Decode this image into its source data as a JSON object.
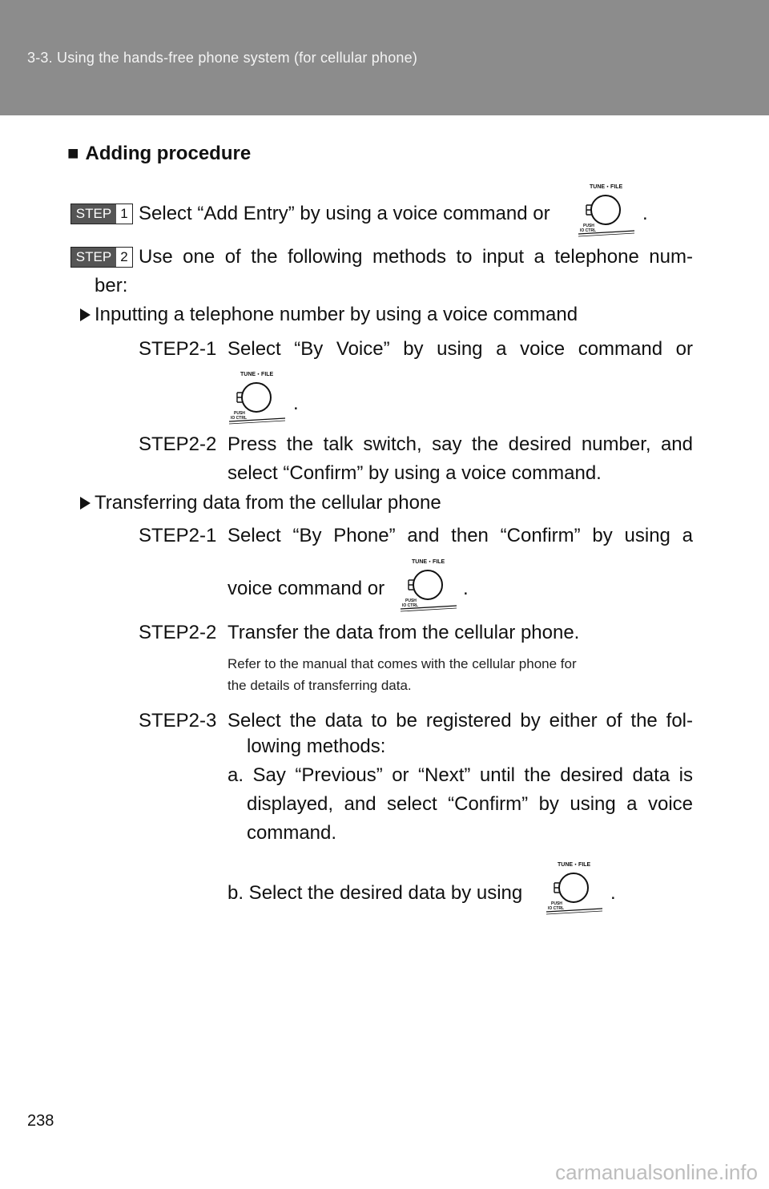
{
  "header": {
    "title": "3-3. Using the hands-free phone system (for cellular phone)"
  },
  "section": {
    "marker": "■",
    "title": "Adding procedure"
  },
  "knob": {
    "top_label": "TUNE・FILE",
    "bottom_label_1": "PUSH",
    "bottom_label_2": "IO CTRL"
  },
  "step1": {
    "badge_label": "STEP",
    "badge_num": "1",
    "text": "Select “Add Entry” by using a voice command or",
    "period": "."
  },
  "step2": {
    "badge_label": "STEP",
    "badge_num": "2",
    "text_line1": "Use one of the following methods to input a telephone num-",
    "text_line2": "ber:"
  },
  "method1": {
    "title": "Inputting a telephone number by using a voice command",
    "s1_label": "STEP2-1",
    "s1_text": "Select “By Voice” by using a voice command or",
    "s1_period": ".",
    "s2_label": "STEP2-2",
    "s2_line1": "Press the talk switch, say the desired number, and",
    "s2_line2": "select “Confirm” by using a voice command."
  },
  "method2": {
    "title": "Transferring data from the cellular phone",
    "s1_label": "STEP2-1",
    "s1_line1": "Select “By Phone” and then “Confirm” by using a",
    "s1_line2": "voice command or",
    "s1_period": ".",
    "s2_label": "STEP2-2",
    "s2_text": "Transfer the data from the cellular phone.",
    "note_line1": "Refer to the manual that comes with the cellular phone for",
    "note_line2": "the details of transferring data.",
    "s3_label": "STEP2-3",
    "s3_line1": "Select the data to be registered by either of the fol-",
    "s3_line2": "lowing methods:",
    "a_line1": "a. Say “Previous” or “Next” until the desired data is",
    "a_line2": "displayed, and select “Confirm” by using a voice",
    "a_line3": "command.",
    "b_text": "b. Select the desired data by using",
    "b_period": "."
  },
  "footer": {
    "page_number": "238",
    "watermark": "carmanualsonline.info"
  }
}
